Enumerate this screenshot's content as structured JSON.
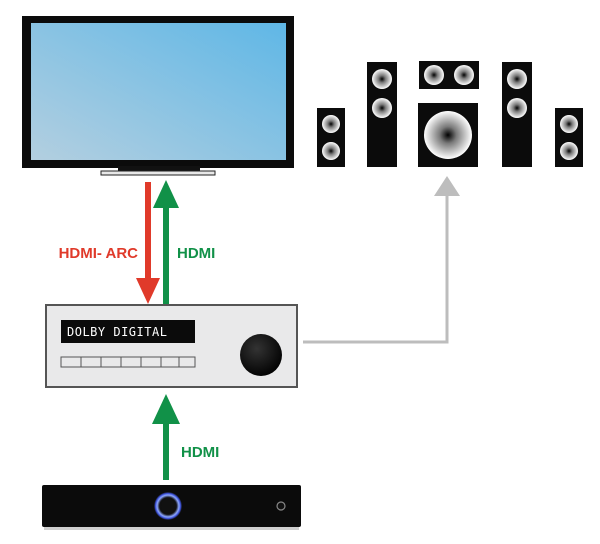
{
  "labels": {
    "hdmi_arc": "HDMI- ARC",
    "hdmi_tv": "HDMI",
    "hdmi_source": "HDMI",
    "receiver_display": "DOLBY DIGITAL"
  },
  "colors": {
    "arc_arrow": "#e03a2a",
    "hdmi_arrow": "#119148",
    "speaker_link": "#bdbdbd",
    "tv_screen_top": "#5fb7e6",
    "tv_screen_bottom": "#a7cbe0",
    "receiver_body": "#e9e9ea"
  },
  "icons": {
    "tv": "tv-icon",
    "receiver": "av-receiver-icon",
    "source": "set-top-box-icon",
    "speakers": "surround-speaker-icon"
  }
}
